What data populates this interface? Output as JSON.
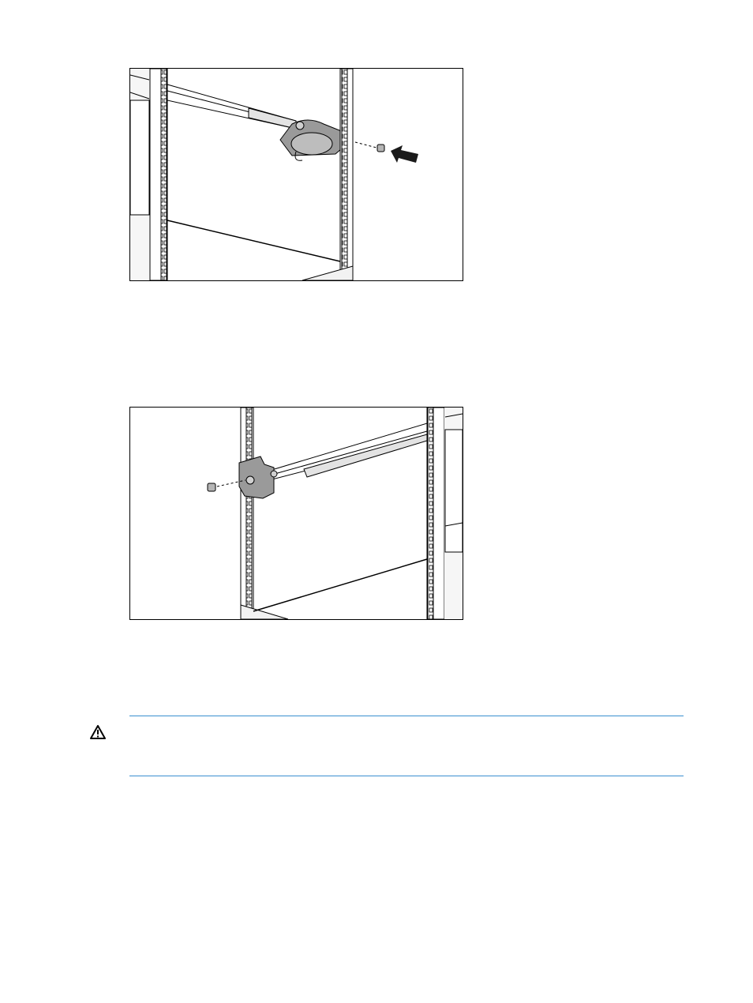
{
  "figures": [
    {
      "id": "fig1",
      "icon": "rack-rail-bracket-installation-illustration"
    },
    {
      "id": "fig2",
      "icon": "rack-rail-bracket-installation-illustration"
    }
  ],
  "warning": {
    "icon": "warning-triangle-icon",
    "text": "",
    "rule_color": "#3a8fd0"
  }
}
